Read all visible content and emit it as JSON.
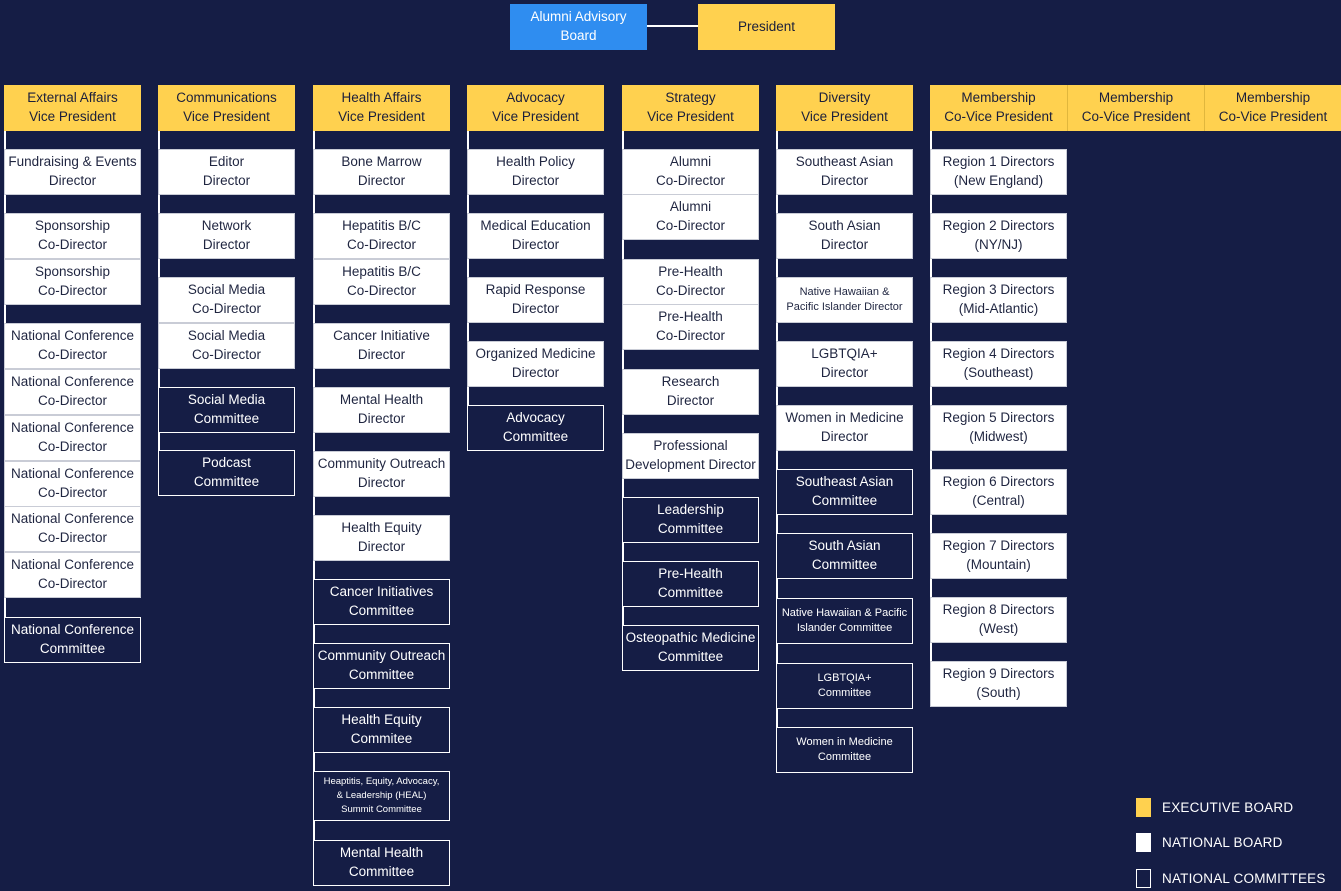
{
  "top": {
    "advisory": "Alumni Advisory\nBoard",
    "president": "President"
  },
  "columns": [
    {
      "vp": "External Affairs\nVice President",
      "items": [
        {
          "label": "Fundraising & Events\nDirector",
          "type": "board"
        },
        {
          "label": "Sponsorship\nCo-Director",
          "type": "board"
        },
        {
          "label": "Sponsorship\nCo-Director",
          "type": "board"
        },
        {
          "label": "National Conference\nCo-Director",
          "type": "board"
        },
        {
          "label": "National Conference\nCo-Director",
          "type": "board"
        },
        {
          "label": "National Conference\nCo-Director",
          "type": "board"
        },
        {
          "label": "National Conference\nCo-Director",
          "type": "board"
        },
        {
          "label": "National Conference\nCo-Director",
          "type": "board"
        },
        {
          "label": "National Conference\nCo-Director",
          "type": "board"
        },
        {
          "label": "National Conference\nCommittee",
          "type": "comm"
        }
      ]
    },
    {
      "vp": "Communications\nVice President",
      "items": [
        {
          "label": "Editor\nDirector",
          "type": "board"
        },
        {
          "label": "Network\nDirector",
          "type": "board"
        },
        {
          "label": "Social Media\nCo-Director",
          "type": "board"
        },
        {
          "label": "Social Media\nCo-Director",
          "type": "board"
        },
        {
          "label": "Social Media\nCommittee",
          "type": "comm"
        },
        {
          "label": "Podcast\nCommittee",
          "type": "comm"
        }
      ]
    },
    {
      "vp": "Health Affairs\nVice President",
      "items": [
        {
          "label": "Bone Marrow\nDirector",
          "type": "board"
        },
        {
          "label": "Hepatitis B/C\nCo-Director",
          "type": "board"
        },
        {
          "label": "Hepatitis B/C\nCo-Director",
          "type": "board"
        },
        {
          "label": "Cancer Initiative\nDirector",
          "type": "board"
        },
        {
          "label": "Mental Health\nDirector",
          "type": "board"
        },
        {
          "label": "Community Outreach\nDirector",
          "type": "board"
        },
        {
          "label": "Health Equity\nDirector",
          "type": "board"
        },
        {
          "label": "Cancer Initiatives\nCommittee",
          "type": "comm"
        },
        {
          "label": "Community Outreach\nCommittee",
          "type": "comm"
        },
        {
          "label": "Health Equity\nCommitee",
          "type": "comm"
        },
        {
          "label": "Heaptitis, Equity, Advocacy,\n& Leadership (HEAL)\nSummit Committee",
          "type": "comm"
        },
        {
          "label": "Mental Health\nCommittee",
          "type": "comm"
        }
      ]
    },
    {
      "vp": "Advocacy\nVice President",
      "items": [
        {
          "label": "Health Policy\nDirector",
          "type": "board"
        },
        {
          "label": "Medical Education\nDirector",
          "type": "board"
        },
        {
          "label": "Rapid Response\nDirector",
          "type": "board"
        },
        {
          "label": "Organized Medicine\nDirector",
          "type": "board"
        },
        {
          "label": "Advocacy\nCommittee",
          "type": "comm"
        }
      ]
    },
    {
      "vp": "Strategy\nVice President",
      "items": [
        {
          "label": "Alumni\nCo-Director",
          "type": "board"
        },
        {
          "label": "Alumni\nCo-Director",
          "type": "board"
        },
        {
          "label": "Pre-Health\nCo-Director",
          "type": "board"
        },
        {
          "label": "Pre-Health\nCo-Director",
          "type": "board"
        },
        {
          "label": "Research\nDirector",
          "type": "board"
        },
        {
          "label": "Professional\nDevelopment Director",
          "type": "board"
        },
        {
          "label": "Leadership\nCommittee",
          "type": "comm"
        },
        {
          "label": "Pre-Health\nCommittee",
          "type": "comm"
        },
        {
          "label": "Osteopathic Medicine\nCommittee",
          "type": "comm"
        }
      ]
    },
    {
      "vp": "Diversity\nVice President",
      "items": [
        {
          "label": "Southeast Asian\nDirector",
          "type": "board"
        },
        {
          "label": "South Asian\nDirector",
          "type": "board"
        },
        {
          "label": "Native Hawaiian &\nPacific Islander Director",
          "type": "board"
        },
        {
          "label": "LGBTQIA+\nDirector",
          "type": "board"
        },
        {
          "label": "Women in Medicine\nDirector",
          "type": "board"
        },
        {
          "label": "Southeast Asian\nCommittee",
          "type": "comm"
        },
        {
          "label": "South Asian\nCommittee",
          "type": "comm"
        },
        {
          "label": "Native Hawaiian & Pacific\nIslander Committee",
          "type": "comm"
        },
        {
          "label": "LGBTQIA+\nCommittee",
          "type": "comm"
        },
        {
          "label": "Women in Medicine\nCommittee",
          "type": "comm"
        }
      ]
    },
    {
      "vp": "Membership\nCo-Vice President",
      "items": [
        {
          "label": "Region 1 Directors\n(New England)",
          "type": "board"
        },
        {
          "label": "Region 2 Directors\n(NY/NJ)",
          "type": "board"
        },
        {
          "label": "Region 3 Directors\n(Mid-Atlantic)",
          "type": "board"
        },
        {
          "label": "Region 4 Directors\n(Southeast)",
          "type": "board"
        },
        {
          "label": "Region 5 Directors\n(Midwest)",
          "type": "board"
        },
        {
          "label": "Region 6 Directors\n(Central)",
          "type": "board"
        },
        {
          "label": "Region 7 Directors\n(Mountain)",
          "type": "board"
        },
        {
          "label": "Region 8 Directors\n(West)",
          "type": "board"
        },
        {
          "label": "Region 9 Directors\n(South)",
          "type": "board"
        }
      ]
    },
    {
      "vp": "Membership\nCo-Vice President",
      "items": []
    },
    {
      "vp": "Membership\nCo-Vice President",
      "items": []
    }
  ],
  "legend": [
    {
      "label": "EXECUTIVE BOARD",
      "color": "#ffd14f"
    },
    {
      "label": "NATIONAL BOARD",
      "color": "#ffffff"
    },
    {
      "label": "NATIONAL COMMITTEES",
      "color": "#151d45"
    }
  ]
}
